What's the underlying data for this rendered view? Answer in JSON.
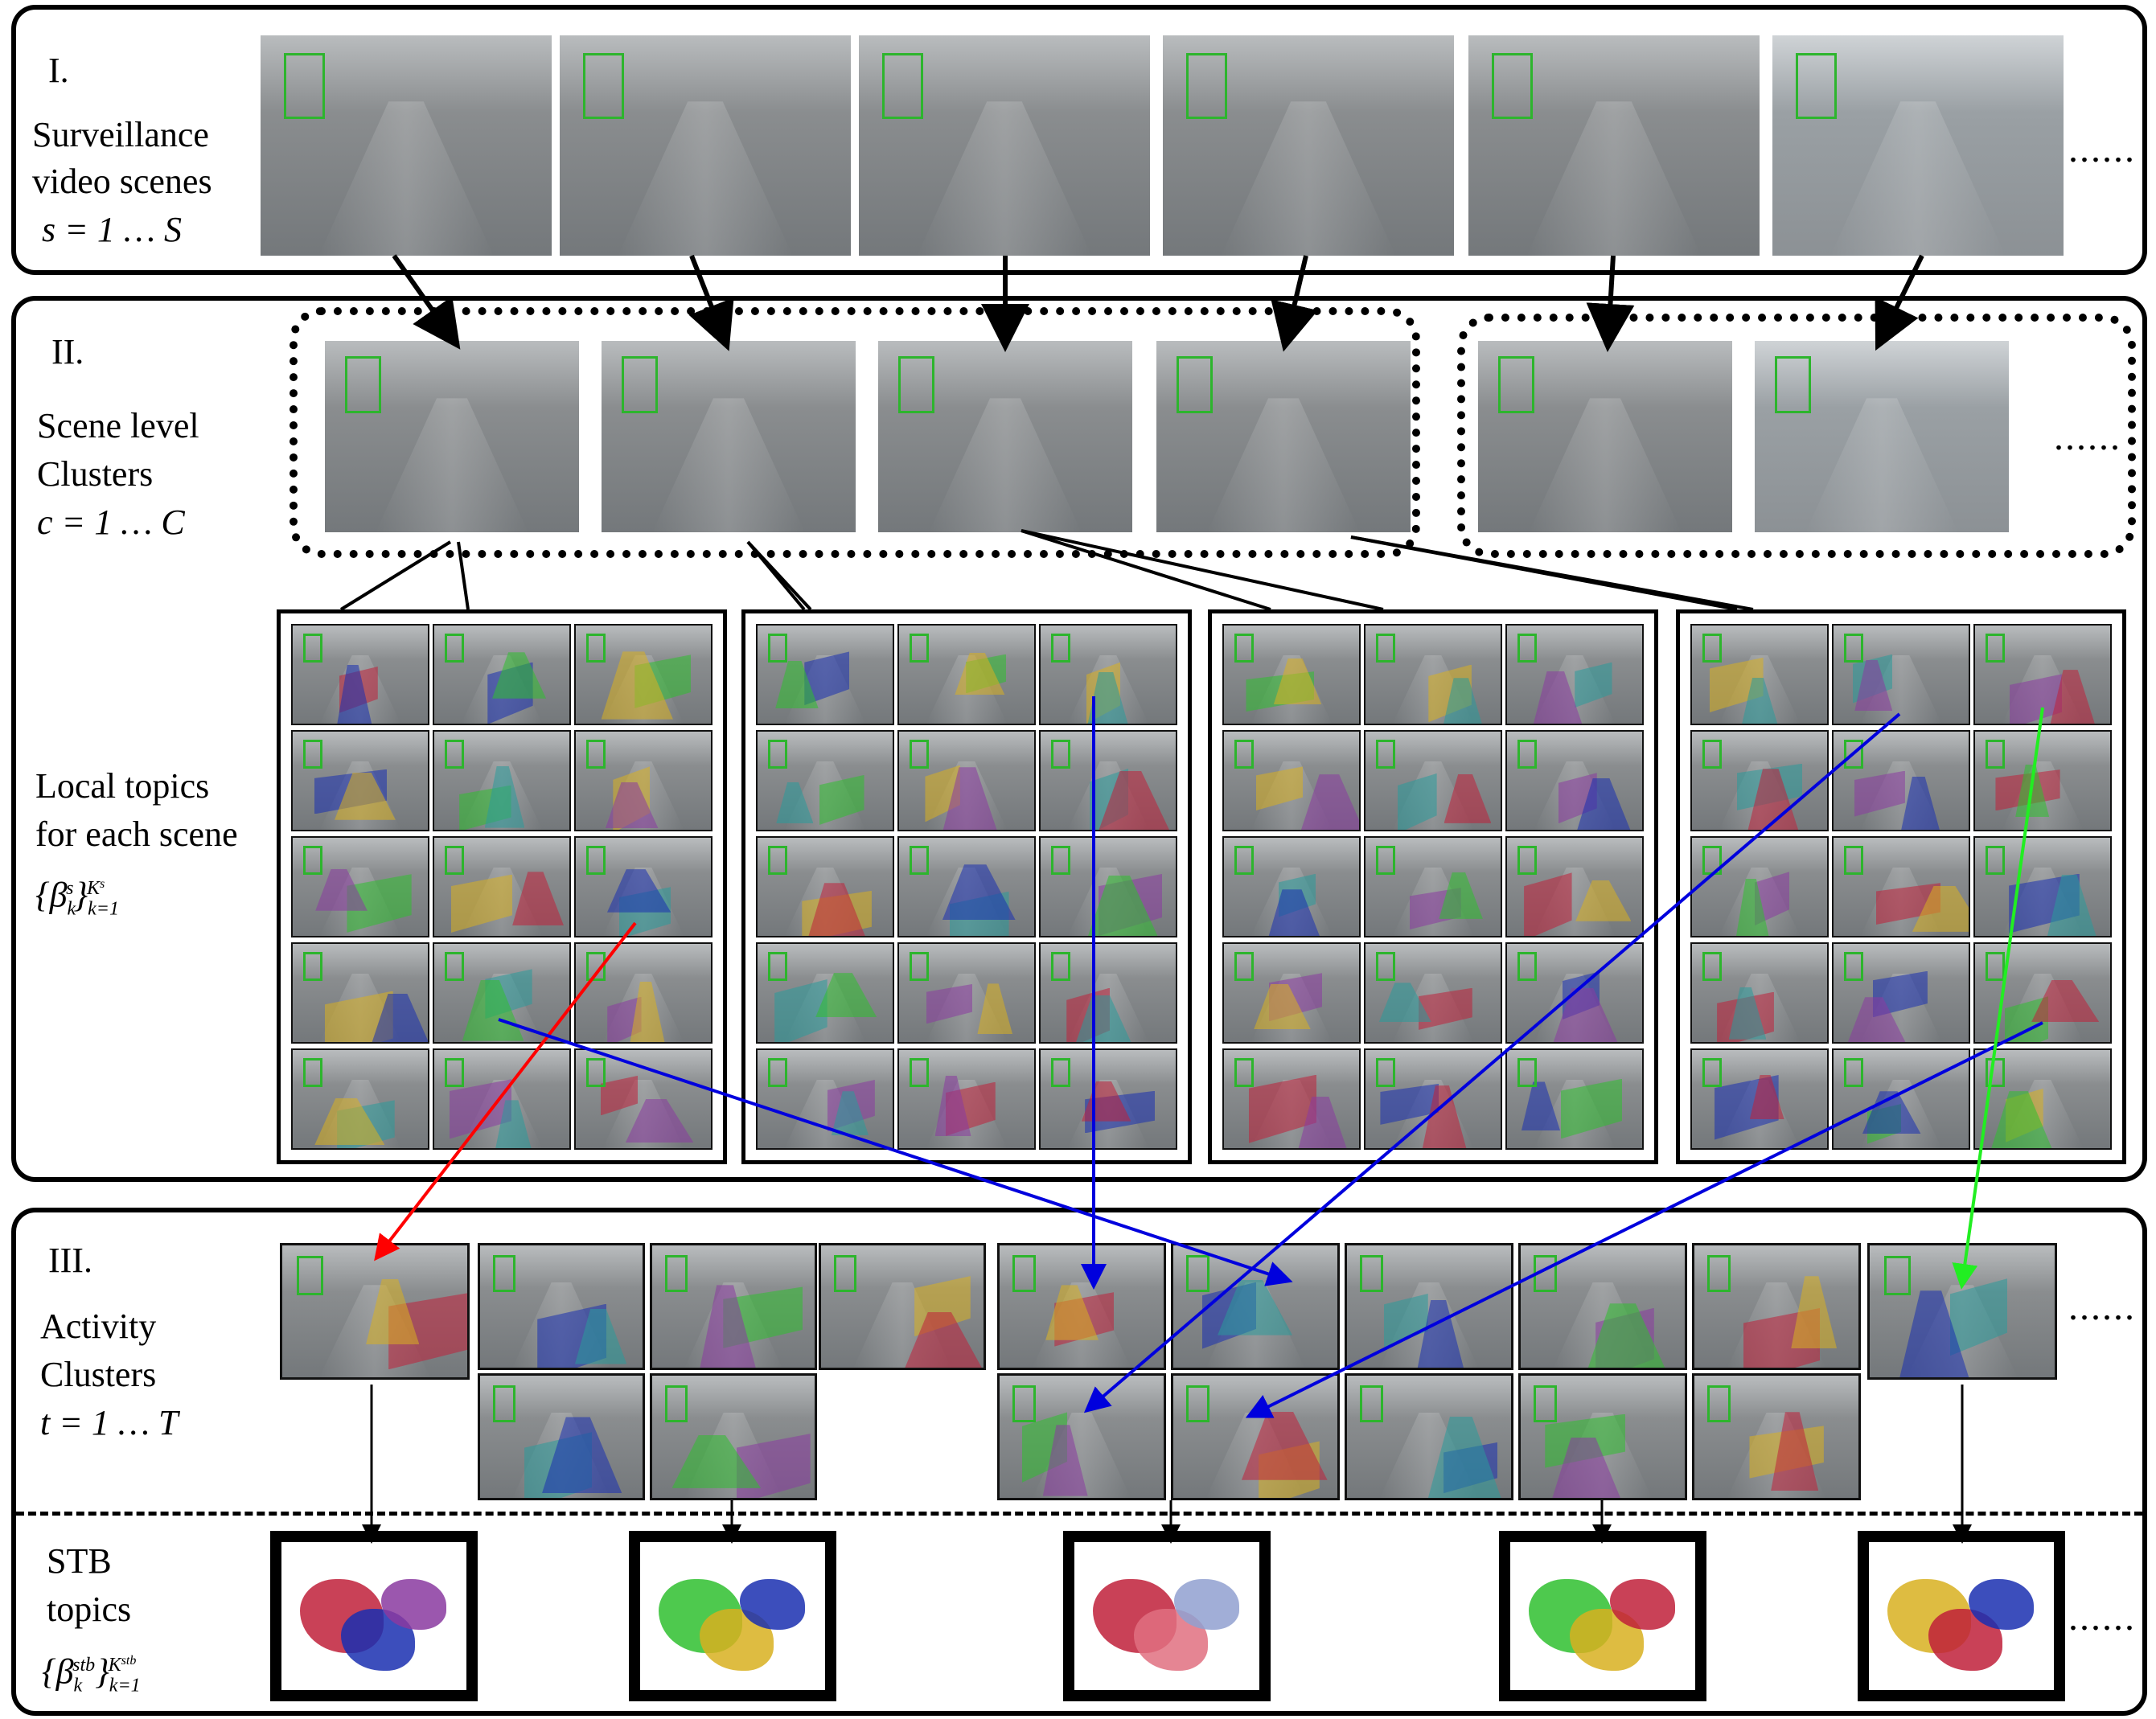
{
  "level1": {
    "roman": "I.",
    "title_line1": "Surveillance",
    "title_line2": "video scenes",
    "index": "s = 1 … S",
    "more": "......"
  },
  "level2": {
    "roman": "II.",
    "title_line1": "Scene level",
    "title_line2": "Clusters",
    "index": "c = 1 … C",
    "more": "......",
    "local_line1": "Local topics",
    "local_line2": "for each scene",
    "local_math": "{β",
    "local_math_sub": "k",
    "local_math_sup": "s",
    "local_math_close": "}",
    "local_math_range_sup": "K",
    "local_math_range_sup2": "s",
    "local_math_range_sub": "k=1"
  },
  "level3": {
    "roman": "III.",
    "title_line1": "Activity",
    "title_line2": "Clusters",
    "index": "t = 1 … T",
    "more": "......"
  },
  "stb": {
    "title_line1": "STB",
    "title_line2": "topics",
    "math": "{β",
    "math_sub": "k",
    "math_sup": "stb",
    "math_close": "}",
    "math_range_sup": "K",
    "math_range_sup2": "stb",
    "math_range_sub": "k=1",
    "more": "......"
  },
  "colors": {
    "arrow_red": "#ff0000",
    "arrow_blue": "#0000dd",
    "arrow_green": "#22ee22",
    "topic_red": "#c0203a",
    "topic_blue": "#1a2fb0",
    "topic_green": "#2fbf2f",
    "topic_yellow": "#d8b020",
    "topic_teal": "#2a9a9a",
    "topic_purple": "#8a3aa0"
  }
}
